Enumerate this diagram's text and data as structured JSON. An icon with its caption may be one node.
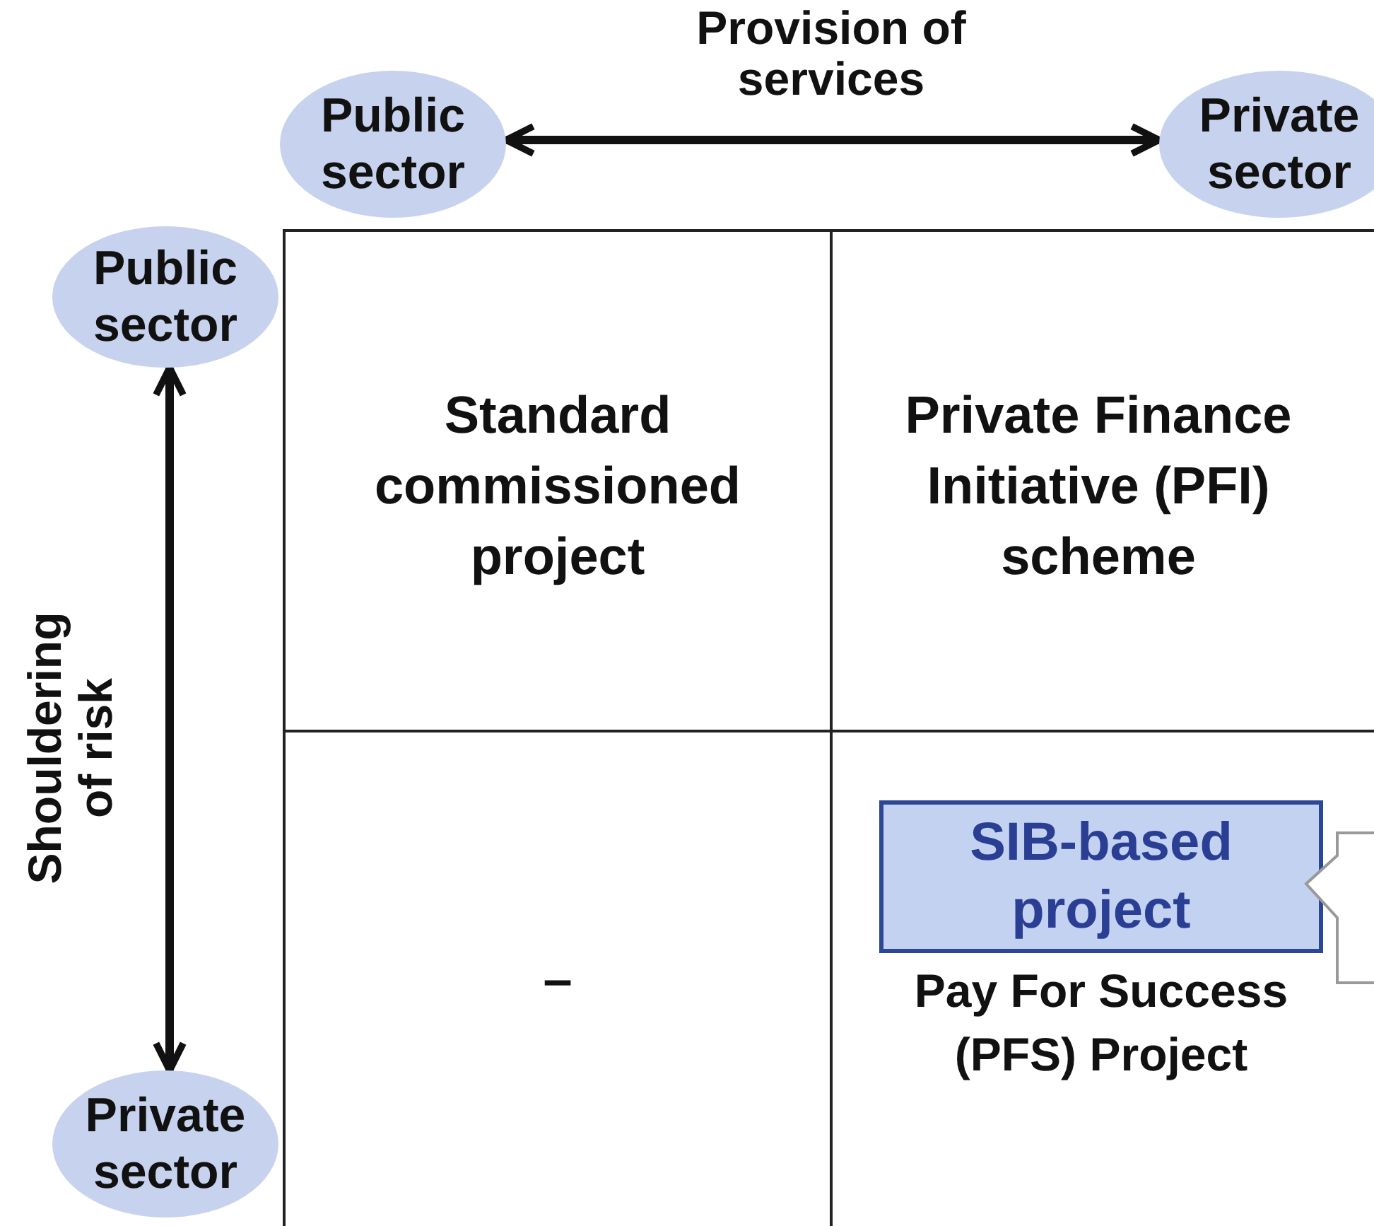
{
  "diagram": {
    "nodes": [
      {
        "text": [
          "Public sector"
        ]
      },
      {
        "text": [
          "Private sector"
        ]
      },
      {
        "text": [
          "Public sector"
        ]
      },
      {
        "text": [
          "Private sector"
        ]
      },
      {
        "text": [
          "Standard commissioned project"
        ]
      },
      {
        "text": [
          "Private Finance Initiative (PFI) scheme"
        ]
      },
      {
        "text": [
          "–"
        ]
      },
      {
        "text": [
          "Pay For Success (PFS) Project"
        ]
      },
      {
        "text": [
          "SIB-based project"
        ],
        "in": 7
      },
      {
        "text": [],
        "shape": "bubble",
        "in": 7
      }
    ],
    "edges": [
      {
        "from": 0,
        "to": 1,
        "arrow": "both",
        "label": "Provision of services"
      },
      {
        "from": 2,
        "to": 3,
        "arrow": "both",
        "label": "Shouldering of risk"
      }
    ]
  }
}
